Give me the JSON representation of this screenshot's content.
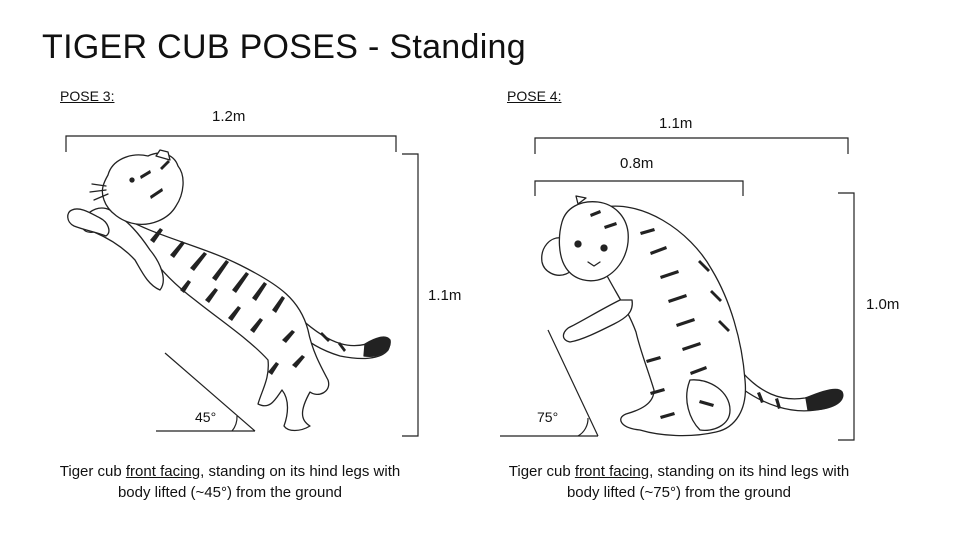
{
  "title": "TIGER CUB POSES - Standing",
  "poses": [
    {
      "label": "POSE 3:",
      "width": "1.2m",
      "height": "1.1m",
      "angle": "45°",
      "caption_pre": "Tiger cub ",
      "caption_link": "front facing",
      "caption_post": ", standing on its hind legs with body lifted (~45°) from the ground"
    },
    {
      "label": "POSE 4:",
      "width": "1.1m",
      "inner_width": "0.8m",
      "height": "1.0m",
      "angle": "75°",
      "caption_pre": "Tiger cub ",
      "caption_link": "front facing",
      "caption_post": ", standing on its hind legs with body lifted (~75°) from the ground"
    }
  ]
}
